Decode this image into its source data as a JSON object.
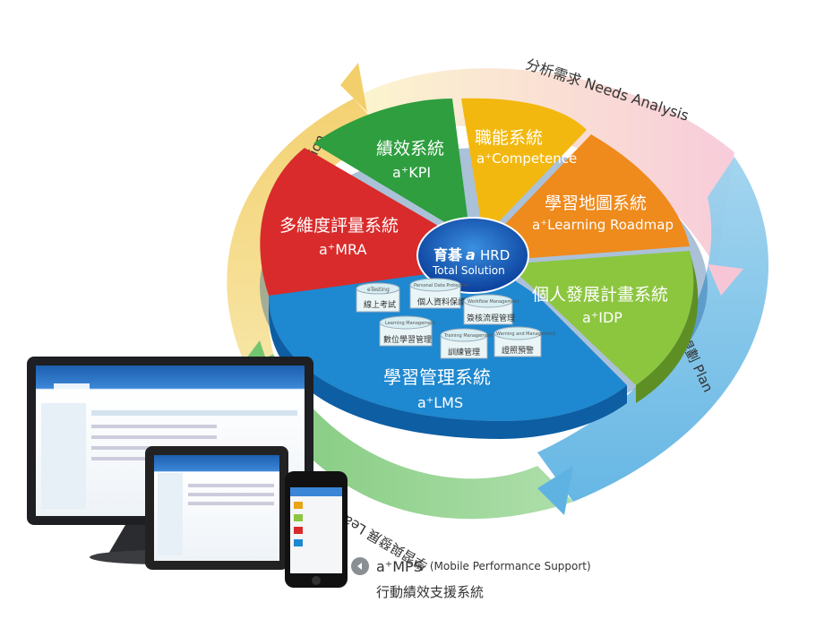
{
  "ring": {
    "needs_analysis": "分析需求 Needs Analysis",
    "plan": "規劃 Plan",
    "learning_dev": "學習與發展 Learning & Development",
    "evaluation": "評估 Evaluation"
  },
  "center": {
    "brand_cn": "育碁",
    "brand_mark": "a",
    "brand_en": "HRD",
    "subtitle": "Total Solution"
  },
  "slices": {
    "kpi": {
      "name": "績效系統",
      "code": "a⁺KPI",
      "color": "#2e9e3f"
    },
    "competence": {
      "name": "職能系統",
      "code": "a⁺Competence",
      "color": "#f2b80f"
    },
    "roadmap": {
      "name": "學習地圖系統",
      "code": "a⁺Learning Roadmap",
      "color": "#ef8a1c"
    },
    "idp": {
      "name": "個人發展計畫系統",
      "code": "a⁺IDP",
      "color": "#8cc63f"
    },
    "lms": {
      "name": "學習管理系統",
      "code": "a⁺LMS",
      "color": "#1e88d0"
    },
    "mra": {
      "name": "多維度評量系統",
      "code": "a⁺MRA",
      "color": "#d92b2b"
    }
  },
  "modules": [
    {
      "en": "eTesting",
      "cn": "線上考試"
    },
    {
      "en": "Personal Data Protection",
      "cn": "個人資料保護"
    },
    {
      "en": "Workflow Management",
      "cn": "簽核流程管理"
    },
    {
      "en": "Learning Management",
      "cn": "數位學習管理"
    },
    {
      "en": "Training Management",
      "cn": "訓練管理"
    },
    {
      "en": "Warning and Management",
      "cn": "證照預警"
    }
  ],
  "mps": {
    "title": "a⁺MPS",
    "subtitle": "(Mobile  Performance Support)",
    "cn": "行動績效支援系統"
  }
}
